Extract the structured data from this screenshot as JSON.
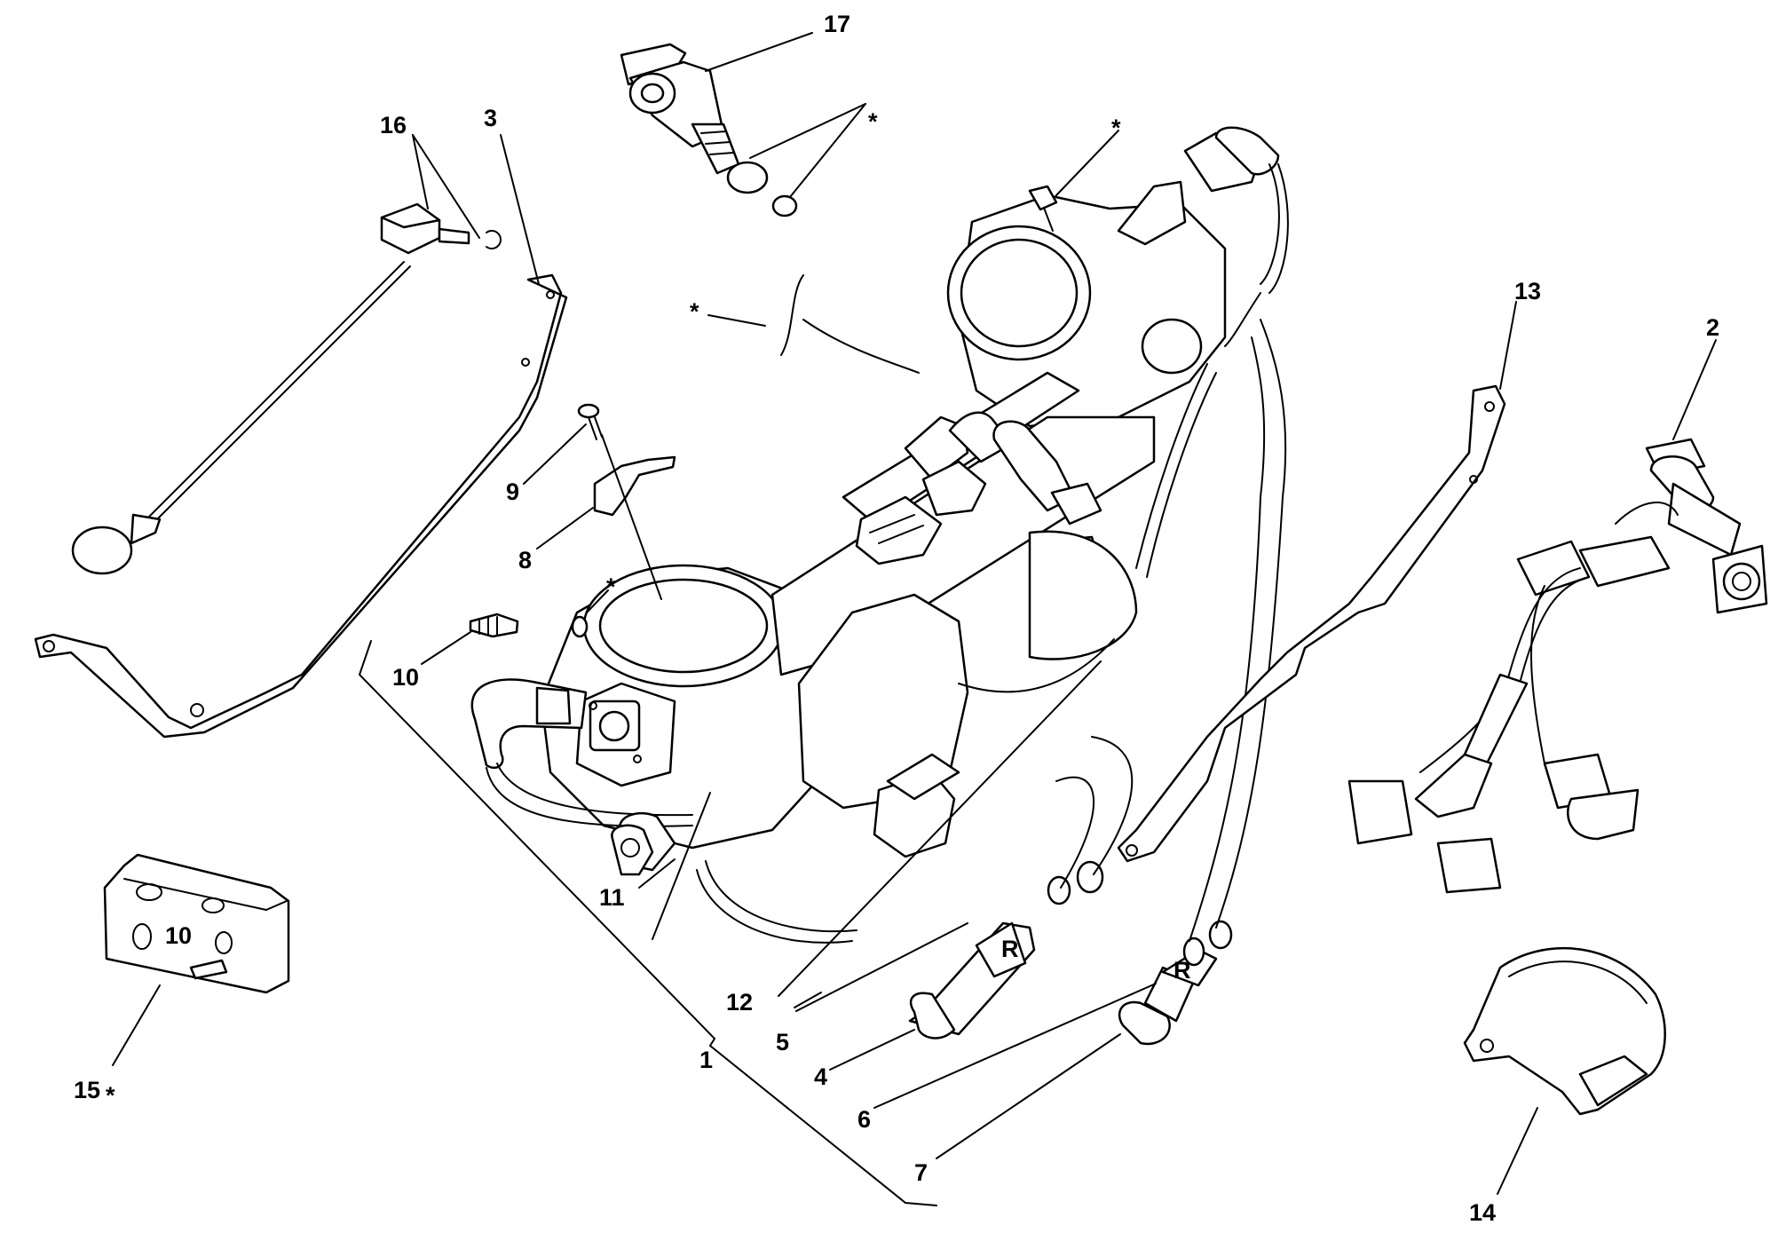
{
  "callouts": {
    "c1": "1",
    "c2": "2",
    "c3": "3",
    "c4": "4",
    "c5": "5",
    "c6": "6",
    "c7": "7",
    "c8": "8",
    "c9": "9",
    "c10": "10",
    "c11": "11",
    "c12": "12",
    "c13": "13",
    "c14": "14",
    "c15": "15",
    "c16": "16",
    "c17": "17",
    "star": "*"
  },
  "labels": {
    "kit_mark": "10",
    "hose_band_mark": "R"
  }
}
